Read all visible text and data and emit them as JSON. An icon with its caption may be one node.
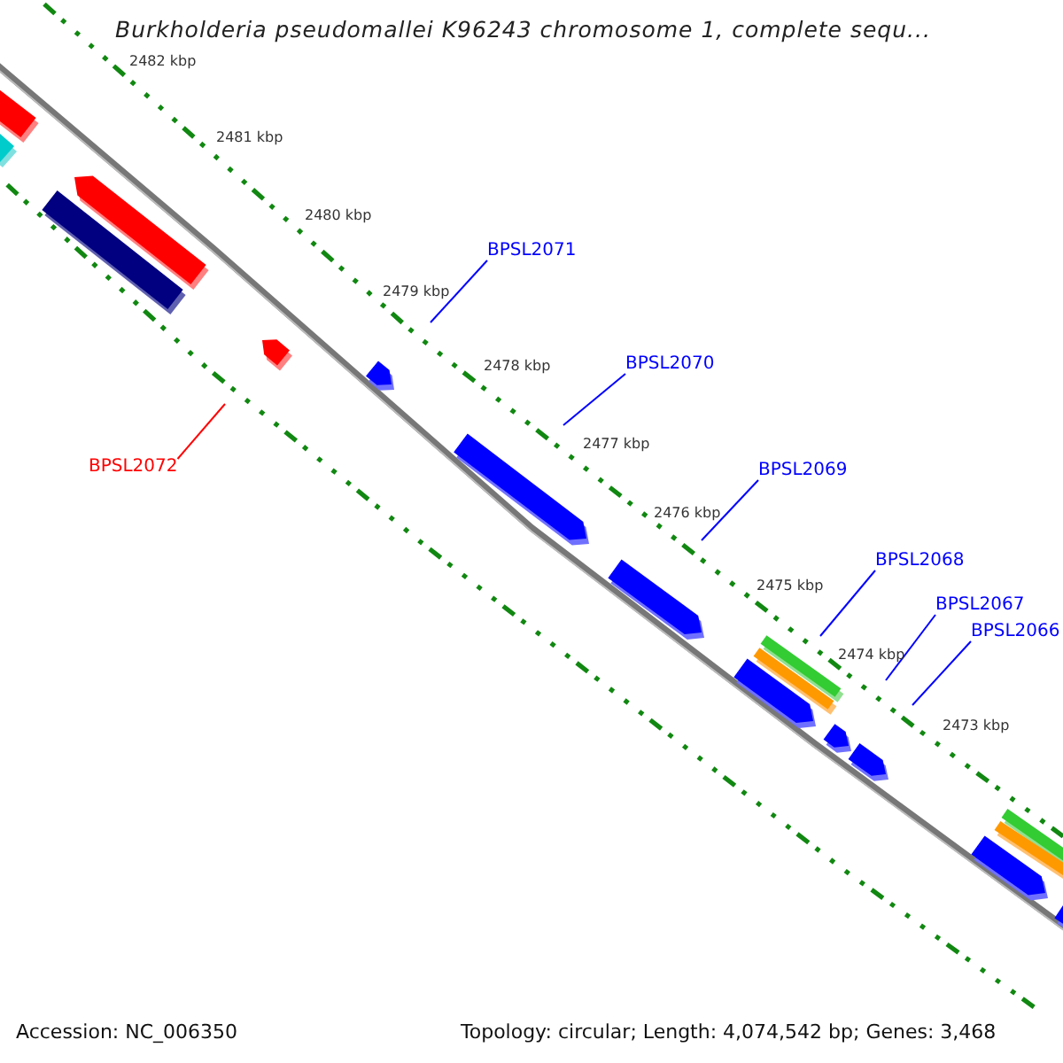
{
  "diagram": {
    "title": "Burkholderia pseudomallei K96243 chromosome 1, complete sequ...",
    "nodes": [
      {
        "text": [
          "BPSL2071"
        ]
      },
      {
        "text": [
          "BPSL2070"
        ]
      },
      {
        "text": [
          "BPSL2069"
        ]
      },
      {
        "text": [
          "BPSL2068"
        ]
      },
      {
        "text": [
          "BPSL2067"
        ]
      },
      {
        "text": [
          "BPSL2066"
        ]
      },
      {
        "text": [
          "BPSL2072"
        ]
      }
    ],
    "edges": [
      {
        "from": 0,
        "to": null,
        "arrow": "none"
      },
      {
        "from": 1,
        "to": null,
        "arrow": "none"
      },
      {
        "from": 2,
        "to": null,
        "arrow": "none"
      },
      {
        "from": 3,
        "to": null,
        "arrow": "none"
      },
      {
        "from": 4,
        "to": null,
        "arrow": "none"
      },
      {
        "from": 5,
        "to": null,
        "arrow": "none"
      },
      {
        "from": 6,
        "to": null,
        "arrow": "none",
        "color": "#ff0000"
      }
    ],
    "labels": [
      "2482 kbp",
      "2481 kbp",
      "2480 kbp",
      "2479 kbp",
      "2478 kbp",
      "2477 kbp",
      "2476 kbp",
      "2475 kbp",
      "2474 kbp",
      "2473 kbp",
      "Accession: NC_006350",
      "Topology: circular; Length: 4,074,542 bp; Genes: 3,468"
    ]
  }
}
